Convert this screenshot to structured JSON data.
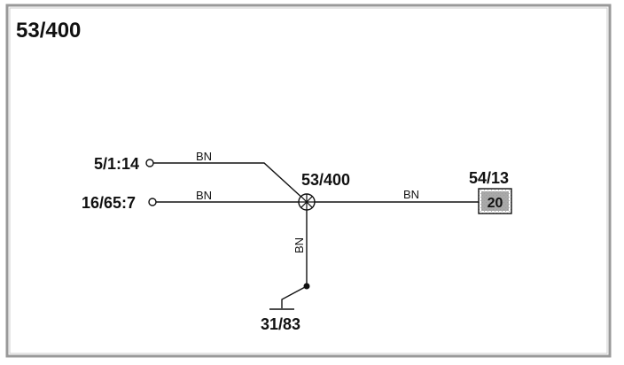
{
  "page": {
    "title": "53/400"
  },
  "terminals": {
    "t1": "5/1:14",
    "t2": "16/65:7",
    "ground": "31/83"
  },
  "splice": {
    "label": "53/400"
  },
  "connector": {
    "label": "54/13",
    "pin": "20"
  },
  "wires": {
    "w1": "BN",
    "w2": "BN",
    "w3": "BN",
    "w4": "BN"
  },
  "colors": {
    "line": "#111111",
    "frame": "#999999",
    "connector_fill": "#9a9a9a"
  },
  "icons": {
    "splice": "splice-icon",
    "ground": "ground-icon",
    "terminal": "open-terminal-icon"
  }
}
